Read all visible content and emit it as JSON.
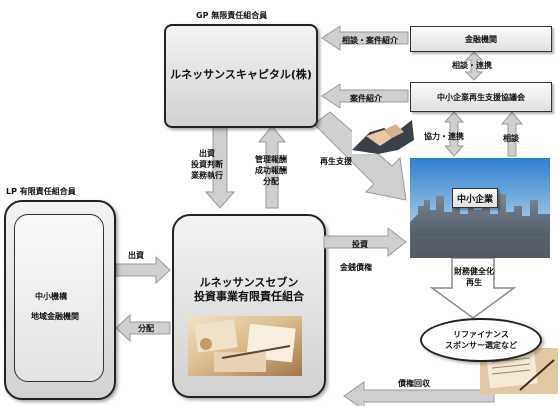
{
  "gp_label": "GP 無限責任組合員",
  "lp_label": "LP 有限責任組合員",
  "renaissance_capital": "ルネッサンスキャピタル(株)",
  "fund_name_line1": "ルネッサンスセブン",
  "fund_name_line2": "投資事業有限責任組合",
  "lp_members_line1": "中小機構",
  "lp_members_line2": "地域金融機関",
  "financial_institution": "金融機関",
  "council": "中小企業再生支援協議会",
  "sme": "中小企業",
  "refinance_line1": "リファイナンス",
  "refinance_line2": "スポンサー選定など",
  "arrows": {
    "consult_referral": "相談・案件紹介",
    "consult_cooperation": "相談・連携",
    "case_referral": "案件紹介",
    "collab_cooperation": "協力・連携",
    "consult": "相談",
    "rehab_support": "再生支援",
    "invest_decision_line1": "出資",
    "invest_decision_line2": "投資判断",
    "invest_decision_line3": "業務執行",
    "mgmt_fee_line1": "管理報酬",
    "mgmt_fee_line2": "成功報酬",
    "mgmt_fee_line3": "分配",
    "lp_invest": "出資",
    "lp_distribution": "分配",
    "fund_invest": "投資",
    "fund_invest_sub": "金銭債権",
    "finance_sound_line1": "財務健全化",
    "finance_sound_line2": "再生",
    "debt_collection": "債権回収"
  },
  "colors": {
    "arrow_fill": "#cfcfcf",
    "arrow_stroke": "#9a9a9a",
    "sky_top": "#2f7fd0",
    "sky_bottom": "#bcd8ef"
  }
}
